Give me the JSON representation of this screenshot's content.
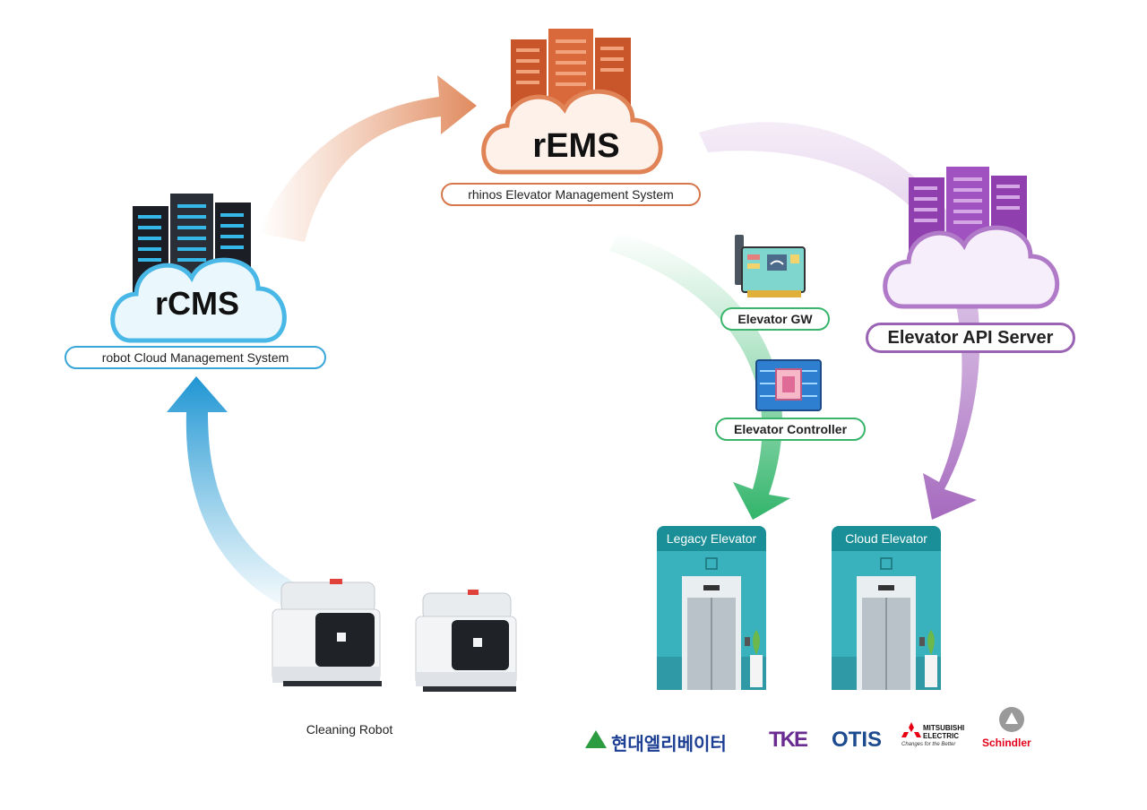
{
  "rcms": {
    "title": "rCMS",
    "subtitle": "robot Cloud Management System"
  },
  "rems": {
    "title": "rEMS",
    "subtitle": "rhinos Elevator Management System"
  },
  "gateway": {
    "label": "Elevator GW"
  },
  "controller": {
    "label": "Elevator Controller"
  },
  "api_server": {
    "label": "Elevator API Server"
  },
  "elevators": [
    {
      "label": "Legacy Elevator"
    },
    {
      "label": "Cloud Elevator"
    }
  ],
  "robot": {
    "caption": "Cleaning Robot"
  },
  "brands": {
    "hyundai": "현대엘리베이터",
    "tke": "TKE",
    "otis": "OTIS",
    "mitsubishi_line1": "MITSUBISHI",
    "mitsubishi_line2": "ELECTRIC",
    "mitsubishi_tagline": "Changes for the Better",
    "schindler": "Schindler"
  },
  "colors": {
    "rcms_accent": "#3aa6d8",
    "rems_accent": "#d6774b",
    "gw_accent": "#39b56b",
    "api_accent": "#9b63b3",
    "elevator_teal": "#1a8f98"
  }
}
